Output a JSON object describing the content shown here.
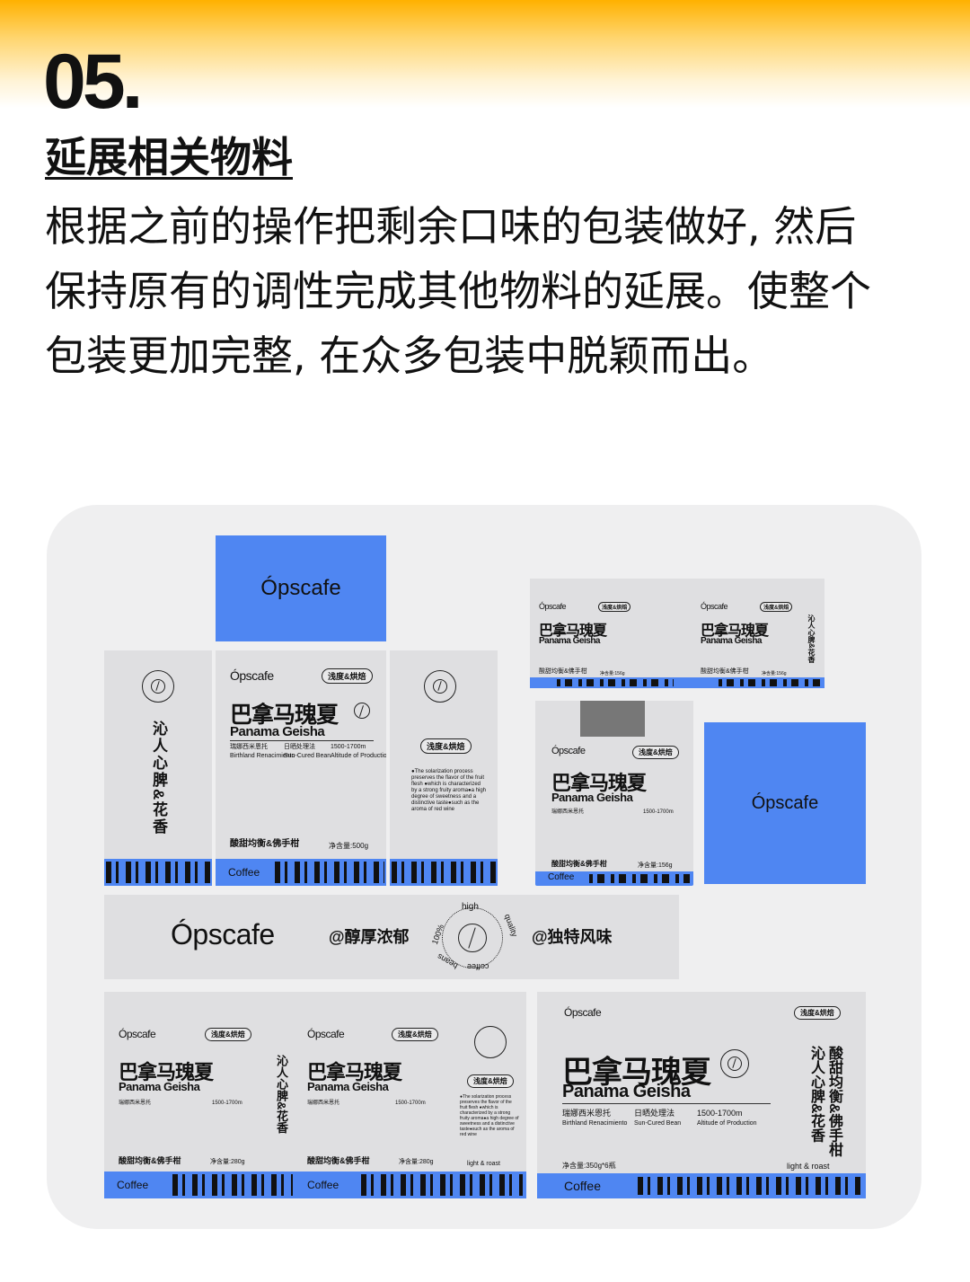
{
  "header": {
    "step": "05.",
    "title": "延展相关物料",
    "body": [
      "根据之前的操作把剩余口味的包装做好, 然后",
      "保持原有的调性完成其他物料的延展。使整个",
      "包装更加完整, 在众多包装中脱颖而出。"
    ]
  },
  "brand": {
    "name": "Ópscafe"
  },
  "product": {
    "roast": "浅度&烘焙",
    "name_cn": "巴拿马瑰夏",
    "name_en": "Panama Geisha",
    "origin_cn": "瑞娜西米恩托",
    "origin_en": "Birthland Renacimiento",
    "process_cn": "日晒处理法",
    "process_en": "Sun-Cured Bean",
    "altitude": "1500-1700m",
    "altitude_en": "Altitude of Production",
    "flavor": "酸甜均衡&佛手柑",
    "tagline": "沁人心脾&花香",
    "weight_500": "净含量:500g",
    "weight_156": "净含量:156g",
    "weight_280": "净含量:280g",
    "weight_350": "净含量:350g*6瓶",
    "coffee": "Coffee",
    "light_roast": "light & roast",
    "description": "●The solarization process preserves the flavor of the fruit flesh ●which is characterized by a strong fruity aroma●a high degree of sweetness and a distinctive taste●such as the aroma of red wine"
  },
  "banner": {
    "tag1": "@醇厚浓郁",
    "tag2": "@独特风味",
    "seal_high": "high",
    "seal_quality": "quality",
    "seal_coffee": "coffee",
    "seal_percent": "100%",
    "seal_beans": "beans"
  },
  "colors": {
    "accent": "#4f86f2",
    "card": "#dfdfe1",
    "panel": "#efeff0",
    "banner": "#ffb100"
  }
}
